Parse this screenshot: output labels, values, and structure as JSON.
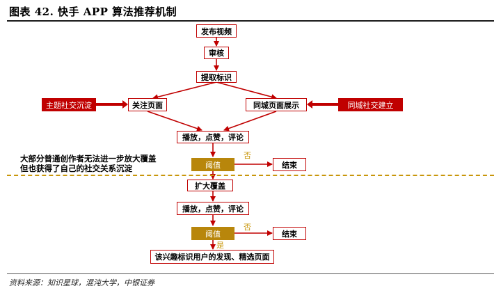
{
  "title": "图表 42. 快手 APP 算法推荐机制",
  "nodes": {
    "publish": "发布视频",
    "review": "审核",
    "extract": "提取标识",
    "follow_page": "关注页面",
    "city_page": "同城页面展示",
    "topic_social": "主题社交沉淀",
    "city_social": "同城社交建立",
    "engage1": "播放，点赞，评论",
    "threshold1": "阈值",
    "end1": "结束",
    "expand": "扩大覆盖",
    "engage2": "播放，点赞，评论",
    "threshold2": "阈值",
    "end2": "结束",
    "final": "该兴趣标识用户的发现、精选页面"
  },
  "labels": {
    "no1": "否",
    "no2": "否",
    "yes2": "是"
  },
  "note": {
    "line1": "大部分普通创作者无法进一步放大覆盖",
    "line2": "但也获得了自己的社交关系沉淀"
  },
  "source": "资料来源：知识星球，混沌大学，中银证券",
  "colors": {
    "primary": "#c00000",
    "gold": "#b8860b",
    "dash": "#c8960a"
  }
}
